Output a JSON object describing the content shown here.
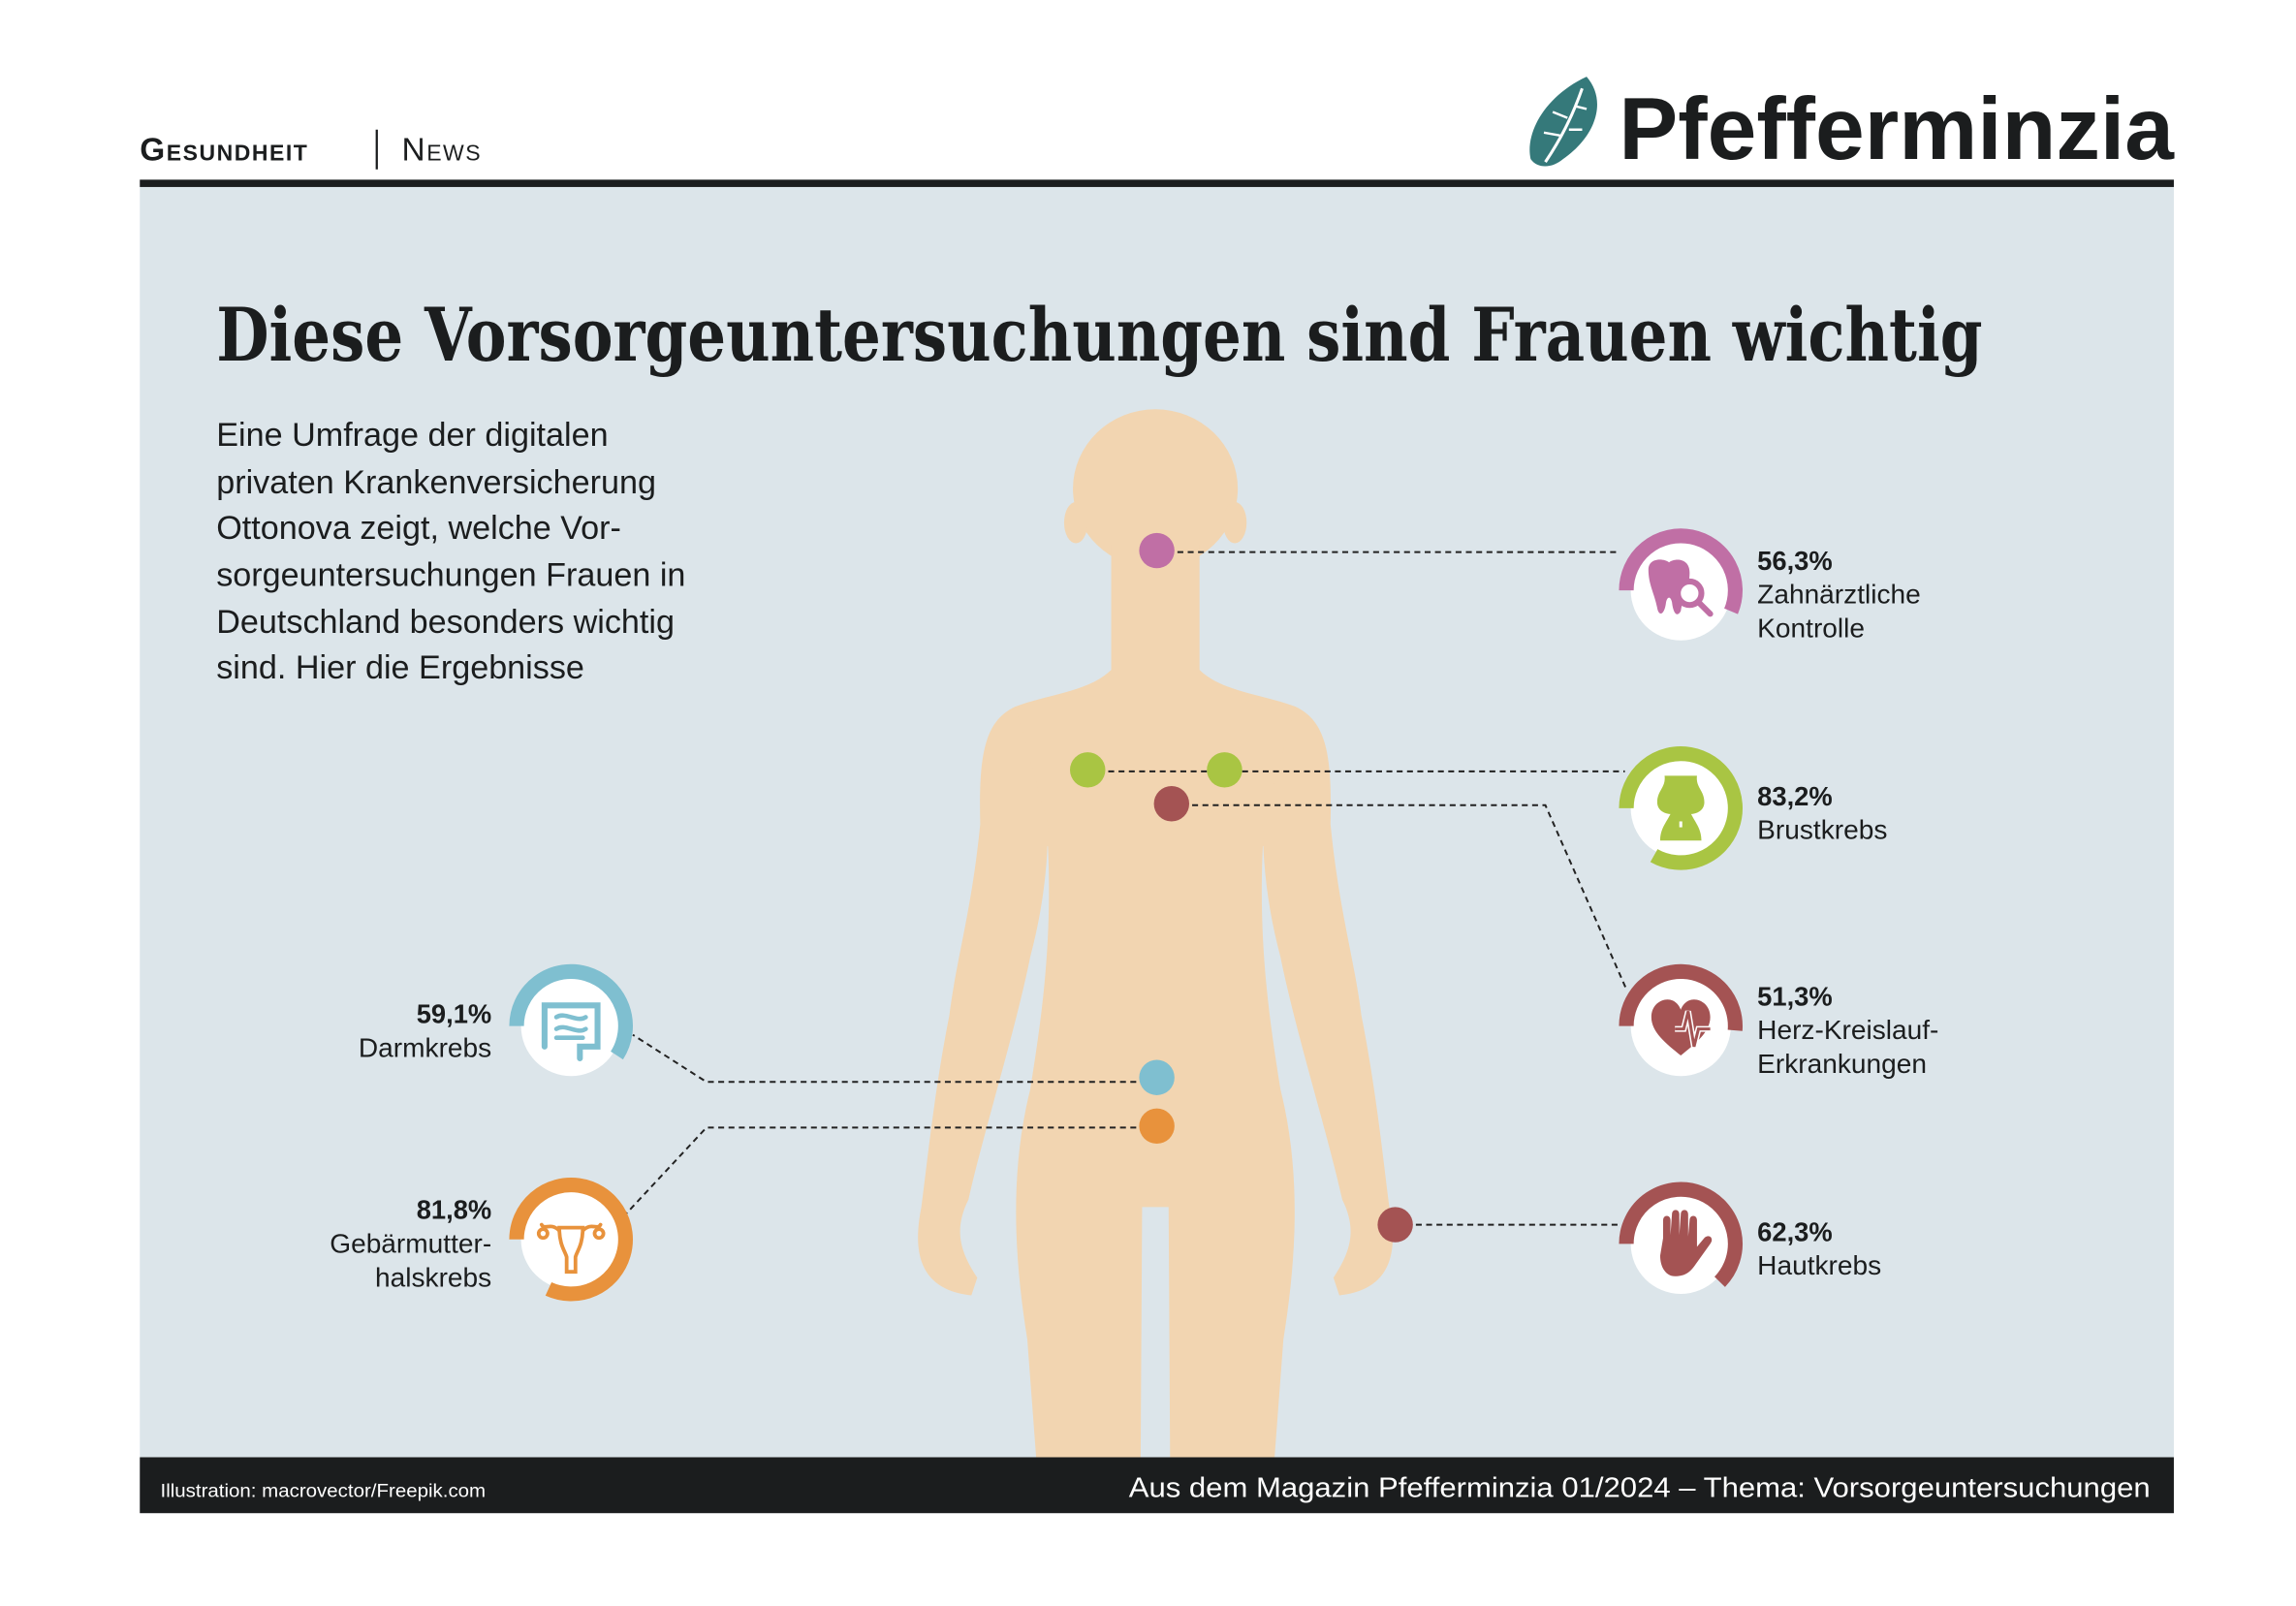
{
  "header": {
    "section": "Gesundheit",
    "category": "News",
    "logo_text": "Pfefferminzia"
  },
  "title": "Diese Vorsorgeuntersuchungen sind Frauen wichtig",
  "intro_lines": [
    "Eine Umfrage der digitalen",
    "privaten Krankenversicherung",
    "Ottonova zeigt, welche Vor-",
    "sorgeuntersuchungen Frauen in",
    "Deutschland besonders wichtig",
    "sind. Hier die Ergebnisse"
  ],
  "items": [
    {
      "id": "zahn",
      "percent": 56.3,
      "percent_label": "56,3%",
      "label_lines": [
        "Zahnärztliche",
        "Kontrolle"
      ],
      "color": "#c06fa5",
      "icon": "tooth-search-icon",
      "side": "right"
    },
    {
      "id": "brust",
      "percent": 83.2,
      "percent_label": "83,2%",
      "label_lines": [
        "Brustkrebs"
      ],
      "color": "#a9c543",
      "icon": "torso-icon",
      "side": "right"
    },
    {
      "id": "herz",
      "percent": 51.3,
      "percent_label": "51,3%",
      "label_lines": [
        "Herz-Kreislauf-",
        "Erkrankungen"
      ],
      "color": "#a45353",
      "icon": "heart-pulse-icon",
      "side": "right"
    },
    {
      "id": "haut",
      "percent": 62.3,
      "percent_label": "62,3%",
      "label_lines": [
        "Hautkrebs"
      ],
      "color": "#a45353",
      "icon": "hand-icon",
      "side": "right"
    },
    {
      "id": "darm",
      "percent": 59.1,
      "percent_label": "59,1%",
      "label_lines": [
        "Darmkrebs"
      ],
      "color": "#7fbfd0",
      "icon": "intestine-icon",
      "side": "left"
    },
    {
      "id": "gebaer",
      "percent": 81.8,
      "percent_label": "81,8%",
      "label_lines": [
        "Gebärmutter-",
        "halskrebs"
      ],
      "color": "#e8923c",
      "icon": "uterus-icon",
      "side": "left"
    }
  ],
  "footer": {
    "credit": "Illustration: macrovector/Freepik.com",
    "source": "Aus dem Magazin Pfefferminzia 01/2024 – Thema: Vorsorgeuntersuchungen"
  },
  "colors": {
    "panel": "#dce5ea",
    "body": "#f2d5b1",
    "logo": "#35797a",
    "dark": "#1b1d1e"
  }
}
